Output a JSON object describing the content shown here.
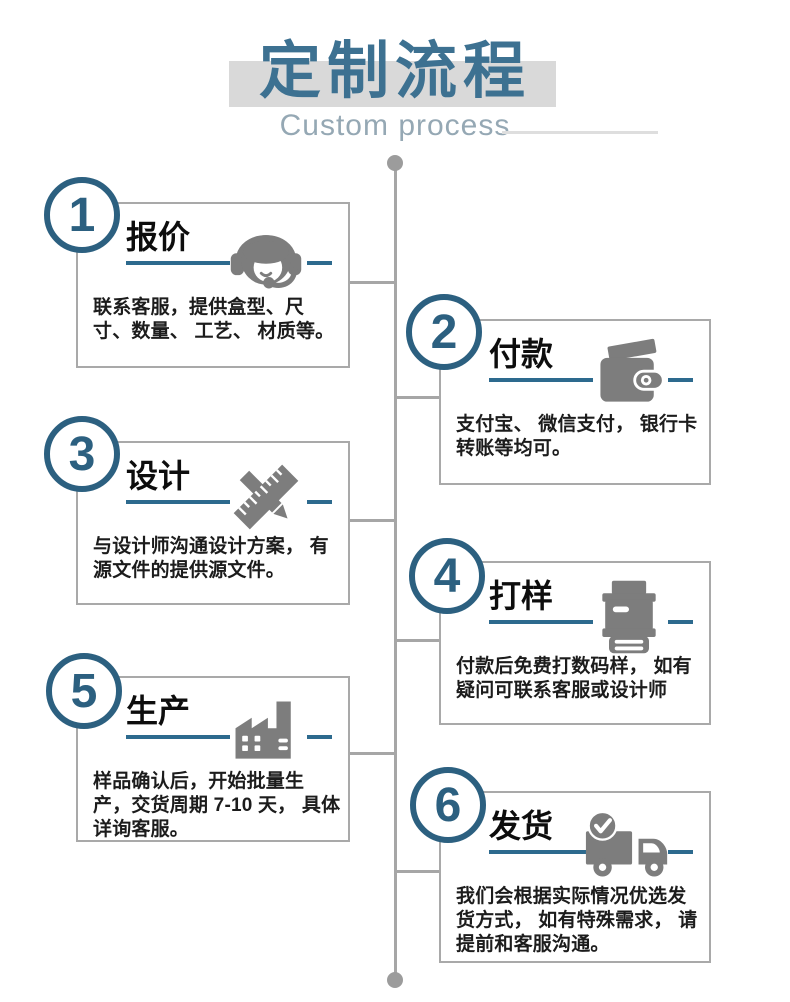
{
  "page": {
    "title": "定制流程",
    "subtitle": "Custom process"
  },
  "colors": {
    "accent_blue": "#2d6a8e",
    "title_blue": "#3d7191",
    "badge_blue": "#2c6080",
    "icon_gray": "#7d7d7d",
    "box_border_gray": "#a9a9a9",
    "timeline_gray": "#a6a6a6",
    "band_gray": "#d9d9d9",
    "subtitle_gray": "#95a8b4"
  },
  "steps": [
    {
      "number": "1",
      "title": "报价",
      "icon": "headset-icon",
      "description": "联系客服，提供盒型、尺寸、数量、 工艺、 材质等。"
    },
    {
      "number": "2",
      "title": "付款",
      "icon": "wallet-icon",
      "description": "支付宝、 微信支付， 银行卡转账等均可。"
    },
    {
      "number": "3",
      "title": "设计",
      "icon": "ruler-pencil-icon",
      "description": "与设计师沟通设计方案， 有源文件的提供源文件。"
    },
    {
      "number": "4",
      "title": "打样",
      "icon": "printer-icon",
      "description": "付款后免费打数码样， 如有疑问可联系客服或设计师"
    },
    {
      "number": "5",
      "title": "生产",
      "icon": "factory-icon",
      "description": "样品确认后，开始批量生产，交货周期 7-10 天， 具体详询客服。"
    },
    {
      "number": "6",
      "title": "发货",
      "icon": "truck-icon",
      "description": "我们会根据实际情况优选发货方式， 如有特殊需求， 请提前和客服沟通。"
    }
  ]
}
